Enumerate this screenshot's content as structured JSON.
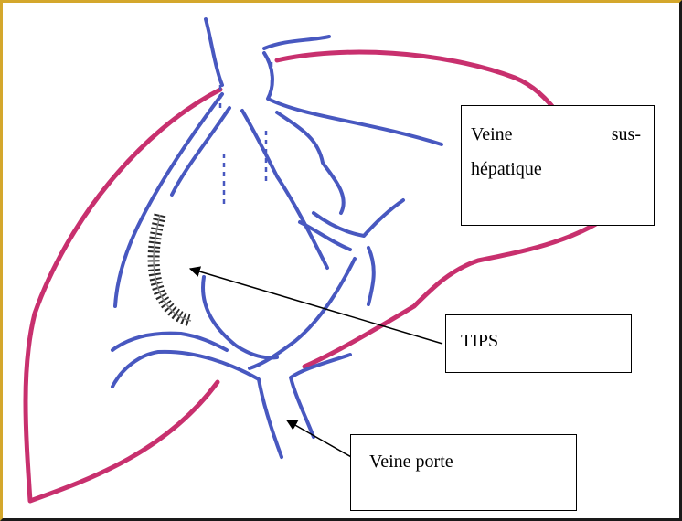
{
  "diagram": {
    "labels": {
      "hepatic_vein_line1_word1": "Veine",
      "hepatic_vein_line1_word2": "sus-",
      "hepatic_vein_line2": "hépatique",
      "tips": "TIPS",
      "portal_vein": "Veine porte"
    },
    "colors": {
      "liver_outline": "#c8306e",
      "vessels": "#4858c0",
      "stent": "#2a2a2a",
      "frame_border": "#d4a72c",
      "arrows": "#000000"
    }
  }
}
